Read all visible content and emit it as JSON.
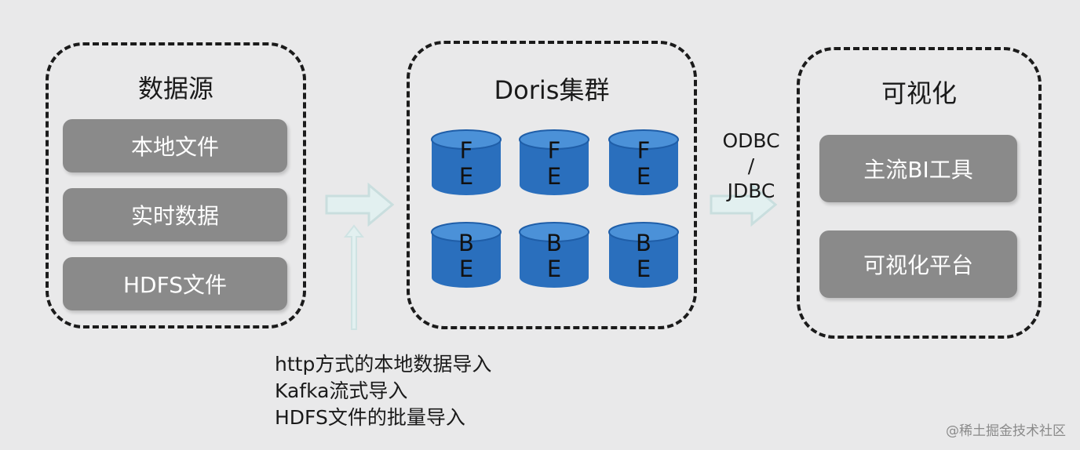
{
  "groups": {
    "source": {
      "title": "数据源",
      "items": [
        "本地文件",
        "实时数据",
        "HDFS文件"
      ]
    },
    "doris": {
      "title": "Doris集群",
      "fe_label": [
        "F",
        "E"
      ],
      "be_label": [
        "B",
        "E"
      ]
    },
    "viz": {
      "title": "可视化",
      "items": [
        "主流BI工具",
        "可视化平台"
      ]
    }
  },
  "connector": {
    "line1": "ODBC",
    "line2": "/",
    "line3": "JDBC"
  },
  "import_notes": [
    "http方式的本地数据导入",
    "Kafka流式导入",
    "HDFS文件的批量导入"
  ],
  "watermark": "@稀土掘金技术社区",
  "colors": {
    "background": "#e9e9ea",
    "pill": "#8a8a8a",
    "cylinder_body": "#2a6fbd",
    "cylinder_top": "#4b91d8",
    "arrow": "#d8ecec"
  }
}
